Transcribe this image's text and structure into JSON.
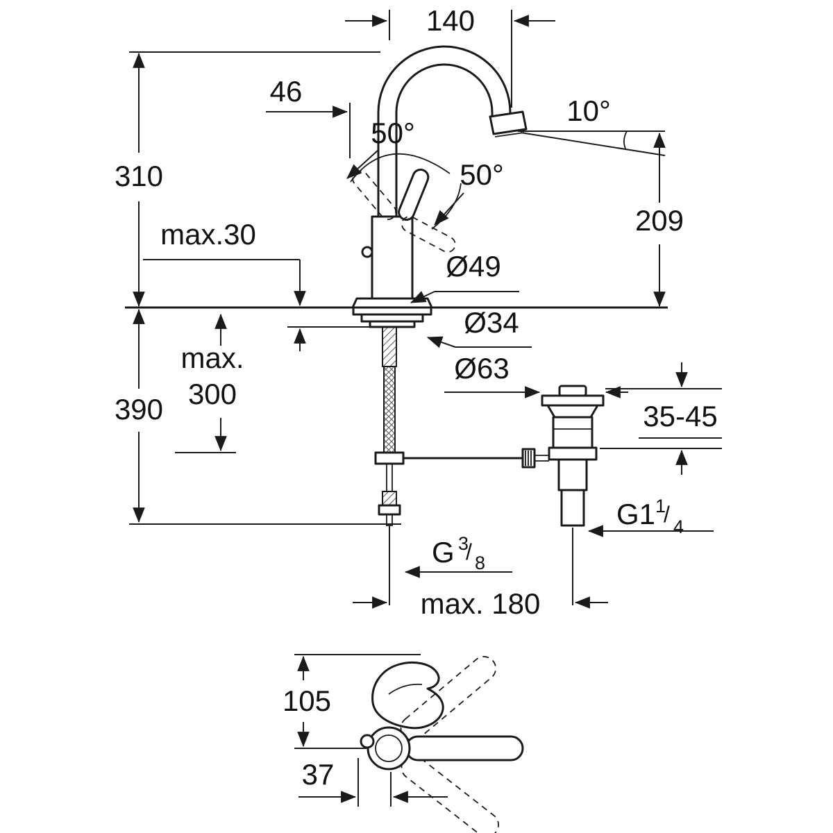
{
  "diagram": {
    "dim_140": "140",
    "dim_46": "46",
    "dim_310": "310",
    "dim_max30": "max.30",
    "angle_50_left": "50°",
    "angle_50_right": "50°",
    "angle_10": "10°",
    "dim_209": "209",
    "dia_49": "Ø49",
    "dia_34": "Ø34",
    "dia_63": "Ø63",
    "dim_max300_line1": "max.",
    "dim_max300_line2": "300",
    "dim_390": "390",
    "dim_35_45": "35-45",
    "thread_drain_base": "G1",
    "thread_drain_num": "1",
    "thread_drain_slash": "/",
    "thread_drain_den": "4",
    "thread_supply_base": "G",
    "thread_supply_num": "3",
    "thread_supply_slash": "/",
    "thread_supply_den": "8",
    "dim_max180": "max. 180",
    "dim_105": "105",
    "dim_37": "37",
    "colors": {
      "line": "#1a1a1a",
      "background": "#ffffff"
    }
  }
}
